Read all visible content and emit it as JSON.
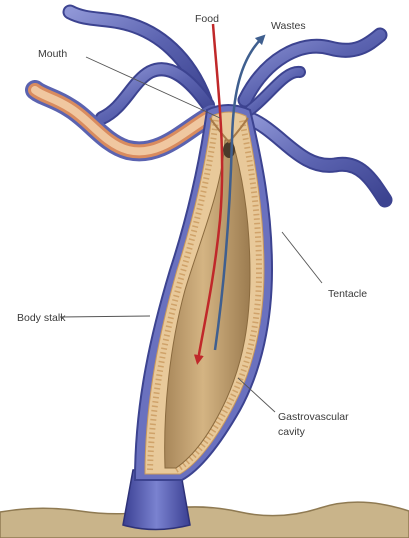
{
  "labels": {
    "food": "Food",
    "wastes": "Wastes",
    "mouth": "Mouth",
    "tentacle": "Tentacle",
    "body_stalk": "Body stalk",
    "gastrovascular_line1": "Gastrovascular",
    "gastrovascular_line2": "cavity"
  },
  "colors": {
    "tentacle_blue": "#5b63b0",
    "body_wall_tan": "#e8c99a",
    "cavity_brown": "#c4a06c",
    "food_arrow_red": "#c0282a",
    "waste_arrow_blue": "#3f5f8f",
    "ground": "#c9b48a"
  }
}
